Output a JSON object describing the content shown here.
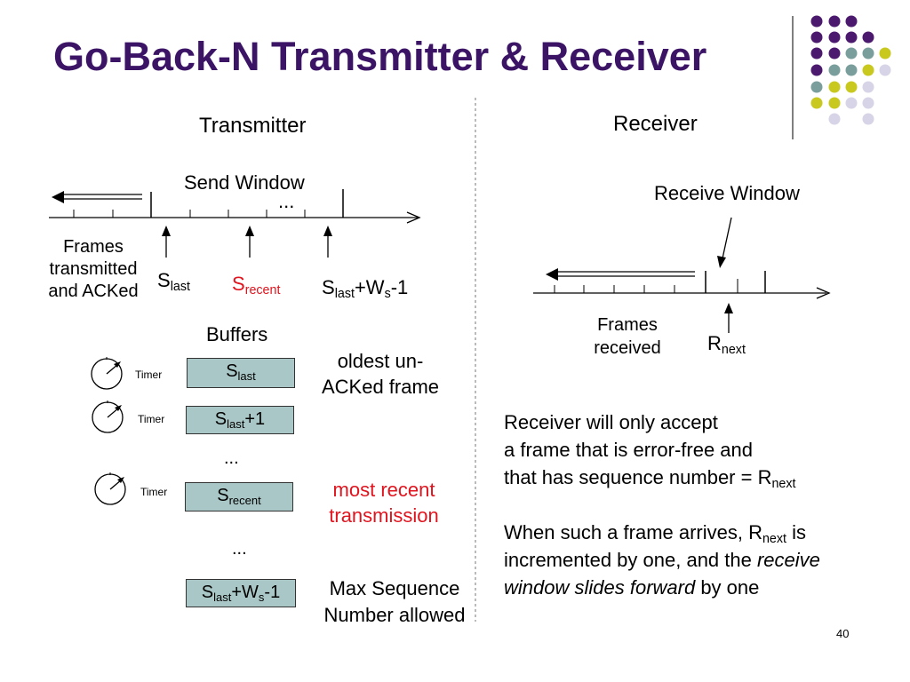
{
  "title": "Go-Back-N Transmitter & Receiver",
  "transmitter": {
    "heading": "Transmitter",
    "send_window": "Send Window",
    "dots_top": "...",
    "frames_acked": [
      "Frames",
      "transmitted",
      "and ACKed"
    ],
    "s_last": {
      "base": "S",
      "sub": "last"
    },
    "s_recent": {
      "base": "S",
      "sub": "recent"
    },
    "s_last_ws": {
      "base1": "S",
      "sub1": "last",
      "mid": "+W",
      "sub2": "s",
      "tail": "-1"
    },
    "buffers_heading": "Buffers",
    "timer_label": "Timer",
    "buffers": [
      {
        "base": "S",
        "sub": "last",
        "tail": ""
      },
      {
        "base": "S",
        "sub": "last",
        "tail": "+1"
      },
      {
        "base": "S",
        "sub": "recent",
        "tail": ""
      },
      {
        "base1": "S",
        "sub1": "last",
        "mid": "+W",
        "sub2": "s",
        "tail": "-1"
      }
    ],
    "dots_mid": "...",
    "dots_low": "...",
    "oldest": [
      "oldest un-",
      "ACKed frame"
    ],
    "most_recent": [
      "most recent",
      "transmission"
    ],
    "max_seq": [
      "Max Sequence",
      "Number allowed"
    ]
  },
  "receiver": {
    "heading": "Receiver",
    "receive_window": "Receive Window",
    "frames_received": [
      "Frames",
      "received"
    ],
    "r_next": {
      "base": "R",
      "sub": "next"
    },
    "para1": {
      "line1": "Receiver will only accept",
      "line2": "a frame that is error-free and",
      "line3": "that has sequence number = R",
      "line3_sub": "next"
    },
    "para2": {
      "line1a": "When such a frame arrives, R",
      "line1_sub": "next",
      "line1b": " is",
      "line2a": "incremented by one, and the ",
      "line2_italic": "receive",
      "line3_italic": "window slides forward",
      "line3b": " by one"
    }
  },
  "slide_number": "40",
  "colors": {
    "title": "#3b1466",
    "red": "#e0141e",
    "buffer_fill": "#a9c7c6",
    "dot_purple": "#4b1a6e",
    "dot_teal": "#7a9e9c",
    "dot_yellow": "#c8c81e",
    "dot_lavender": "#d6d4e6"
  }
}
